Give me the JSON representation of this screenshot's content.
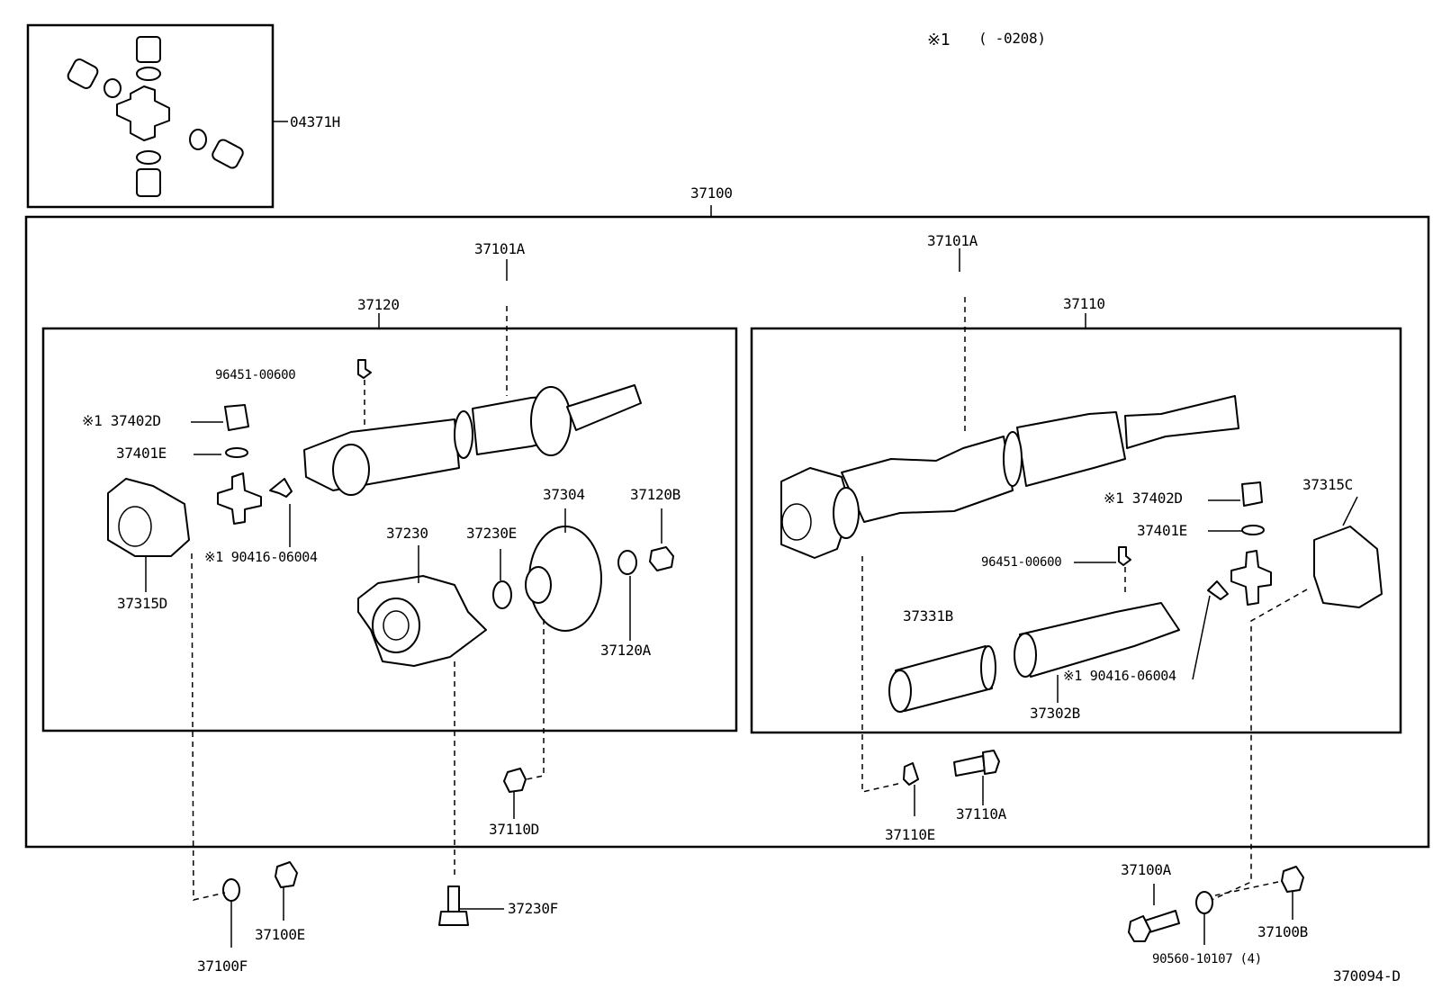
{
  "note": {
    "mark": "※1",
    "range": "(      -0208)"
  },
  "doc_code": "370094-D",
  "labels": {
    "kit": "04371H",
    "assy": "37100",
    "seal_left": "37101A",
    "seal_right": "37101A",
    "rear_shaft": "37120",
    "front_shaft": "37110",
    "nipple_left": "96451-00600",
    "bearing_left": "※1  37402D",
    "snapring_left": "37401E",
    "fitting_left": "※1 90416-06004",
    "flange_yoke_left": "37315D",
    "center_bearing": "37230",
    "washer_center": "37230E",
    "flange_center": "37304",
    "nut_center": "37120B",
    "washer_small": "37120A",
    "nut_bottom_center": "37110D",
    "bearing_right": "※1  37402D",
    "snapring_right": "37401E",
    "flange_yoke_right": "37315C",
    "nipple_right": "96451-00600",
    "sleeve_yoke": "37331B",
    "slip_yoke": "37302B",
    "fitting_right": "※1 90416-06004",
    "washer_right": "37110E",
    "bolt_right": "37110A",
    "washer_outer_left": "37100F",
    "nut_outer_left": "37100E",
    "bolt_center": "37230F",
    "bolt_outer_right": "37100A",
    "washer_outer_right": "90560-10107 (4)",
    "nut_outer_right": "37100B"
  }
}
